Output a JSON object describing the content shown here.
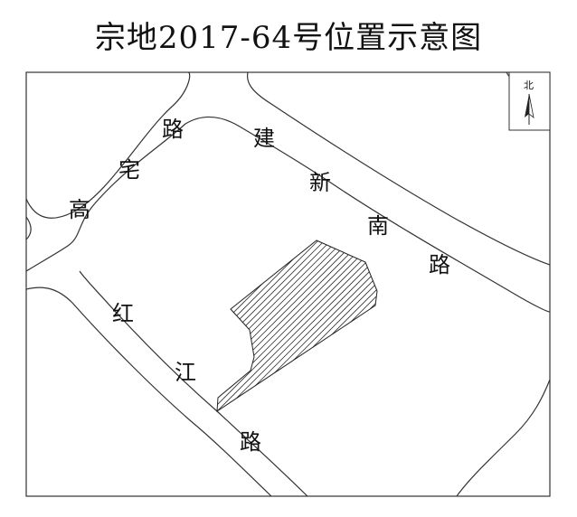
{
  "title": "宗地2017-64号位置示意图",
  "north": {
    "label": "北",
    "icon": "north-arrow-icon"
  },
  "roads": [
    {
      "id": "gaozhai",
      "name": "高宅路",
      "chars": [
        "高",
        "宅",
        "路"
      ]
    },
    {
      "id": "jianxinnan",
      "name": "建新南路",
      "chars": [
        "建",
        "新",
        "南",
        "路"
      ]
    },
    {
      "id": "hongjiang",
      "name": "红江路",
      "chars": [
        "红",
        "江",
        "路"
      ]
    }
  ]
}
